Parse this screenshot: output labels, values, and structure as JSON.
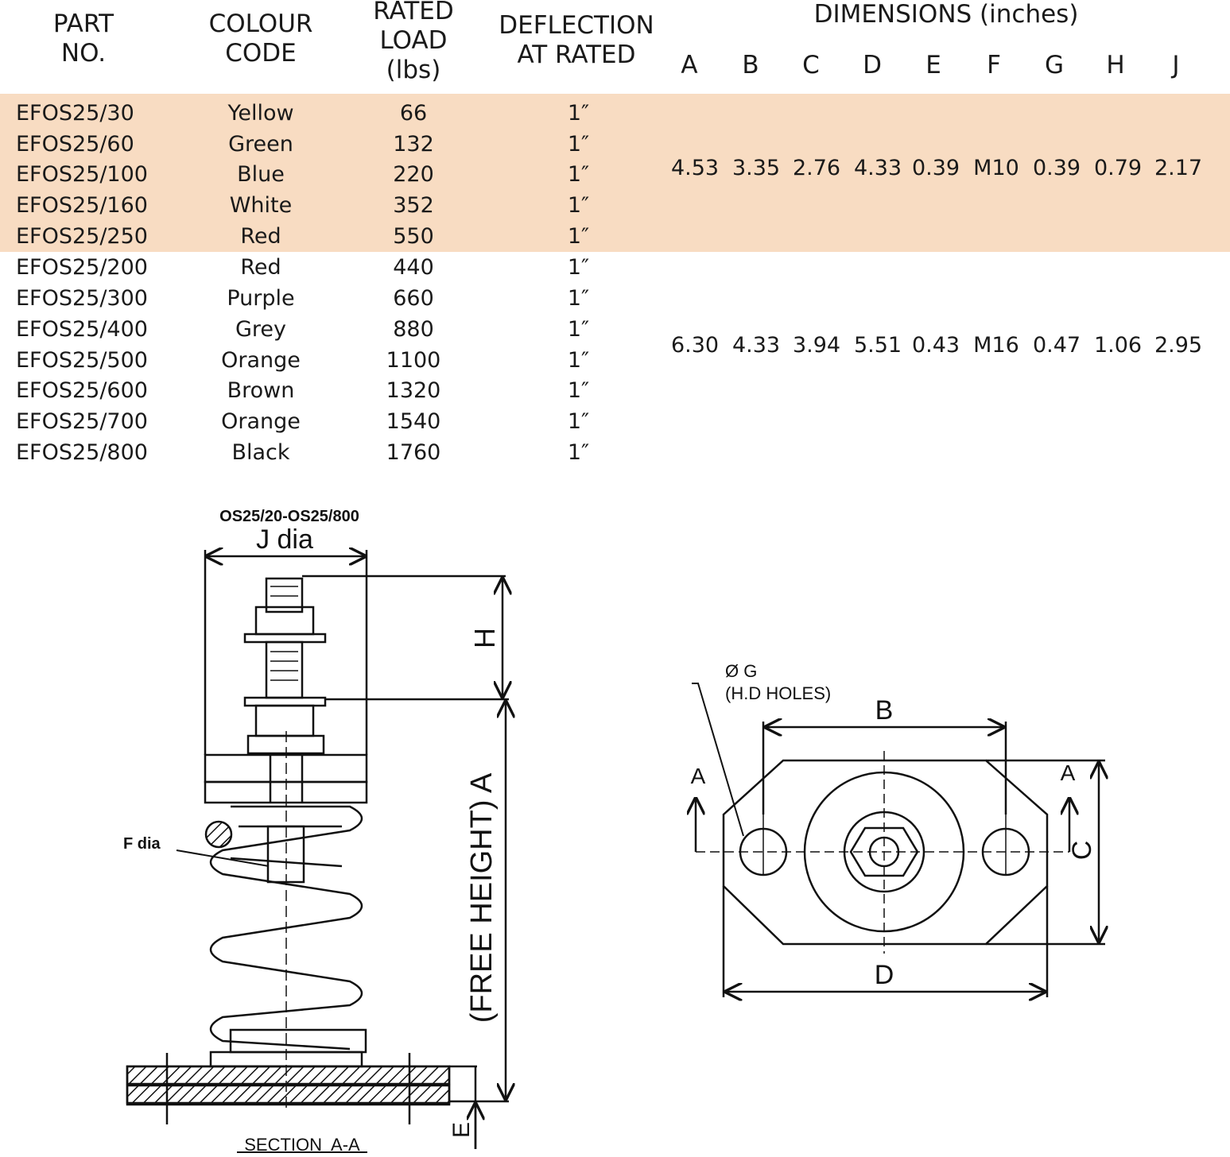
{
  "table": {
    "headers": {
      "part": [
        "PART",
        "NO."
      ],
      "colour": [
        "COLOUR",
        "CODE"
      ],
      "load": [
        "RATED",
        "LOAD",
        "(lbs)"
      ],
      "deflection": [
        "DEFLECTION",
        "AT RATED"
      ],
      "dimensions": "DIMENSIONS (inches)",
      "dim_letters": [
        "A",
        "B",
        "C",
        "D",
        "E",
        "F",
        "G",
        "H",
        "J"
      ]
    },
    "highlight_color": "#f8dcc2",
    "rows": [
      {
        "part": "EFOS25/30",
        "colour": "Yellow",
        "load": "66",
        "deflection": "1″"
      },
      {
        "part": "EFOS25/60",
        "colour": "Green",
        "load": "132",
        "deflection": "1″"
      },
      {
        "part": "EFOS25/100",
        "colour": "Blue",
        "load": "220",
        "deflection": "1″"
      },
      {
        "part": "EFOS25/160",
        "colour": "White",
        "load": "352",
        "deflection": "1″"
      },
      {
        "part": "EFOS25/250",
        "colour": "Red",
        "load": "550",
        "deflection": "1″"
      },
      {
        "part": "EFOS25/200",
        "colour": "Red",
        "load": "440",
        "deflection": "1″"
      },
      {
        "part": "EFOS25/300",
        "colour": "Purple",
        "load": "660",
        "deflection": "1″"
      },
      {
        "part": "EFOS25/400",
        "colour": "Grey",
        "load": "880",
        "deflection": "1″"
      },
      {
        "part": "EFOS25/500",
        "colour": "Orange",
        "load": "1100",
        "deflection": "1″"
      },
      {
        "part": "EFOS25/600",
        "colour": "Brown",
        "load": "1320",
        "deflection": "1″"
      },
      {
        "part": "EFOS25/700",
        "colour": "Orange",
        "load": "1540",
        "deflection": "1″"
      },
      {
        "part": "EFOS25/800",
        "colour": "Black",
        "load": "1760",
        "deflection": "1″"
      }
    ],
    "dimension_groups": [
      [
        "4.53",
        "3.35",
        "2.76",
        "4.33",
        "0.39",
        "M10",
        "0.39",
        "0.79",
        "2.17"
      ],
      [
        "6.30",
        "4.33",
        "3.94",
        "5.51",
        "0.43",
        "M16",
        "0.47",
        "1.06",
        "2.95"
      ]
    ]
  },
  "drawing_side": {
    "title": "OS25/20-OS25/800",
    "j_label": "J dia",
    "h_label": "H",
    "free_height_label": "(FREE HEIGHT) A",
    "f_label": "F dia",
    "e_label": "E",
    "section_label": "SECTION  A-A"
  },
  "drawing_plan": {
    "g_label": "Ø G",
    "holes_label": "(H.D HOLES)",
    "b_label": "B",
    "a_left": "A",
    "a_right": "A",
    "c_label": "C",
    "d_label": "D"
  }
}
